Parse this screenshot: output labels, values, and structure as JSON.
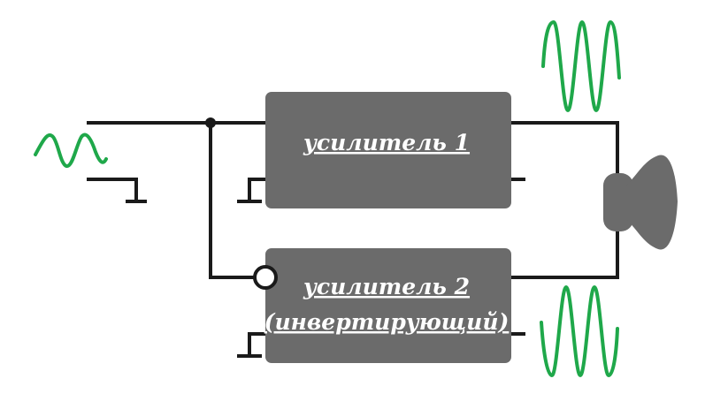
{
  "amplifier_1": {
    "label": "усилитель 1"
  },
  "amplifier_2": {
    "label_line1": "усилитель 2",
    "label_line2": "(инвертирующий)"
  },
  "colors": {
    "box": "#6b6b6b",
    "wire": "#1a1a1a",
    "signal": "#1fa84a",
    "speaker": "#6b6b6b",
    "label": "#ffffff"
  }
}
